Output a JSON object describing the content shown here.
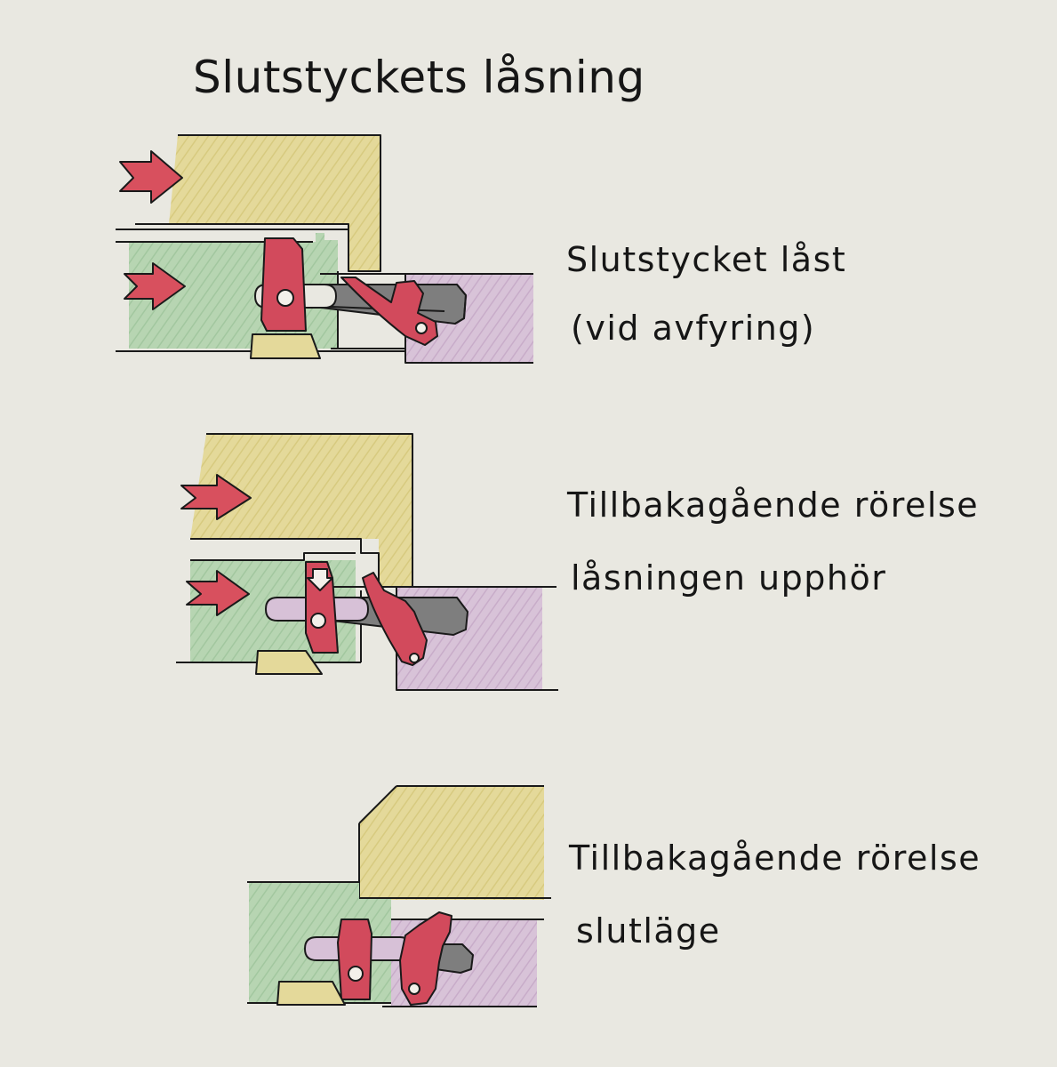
{
  "title": "Slutstyckets låsning",
  "colors": {
    "background": "#e9e8e1",
    "yellow_part": "#e4d99a",
    "green_part": "#b5d4b1",
    "purple_part": "#d7c1d7",
    "red_part": "#d24a5c",
    "grey_part": "#7e7e7e",
    "outline": "#1a1a1a"
  },
  "stages": [
    {
      "caption_line1": "Slutstycket låst",
      "caption_line2": "(vid avfyring)"
    },
    {
      "caption_line1": "Tillbakagående rörelse",
      "caption_line2": "låsningen upphör"
    },
    {
      "caption_line1": "Tillbakagående rörelse",
      "caption_line2": "slutläge"
    }
  ]
}
